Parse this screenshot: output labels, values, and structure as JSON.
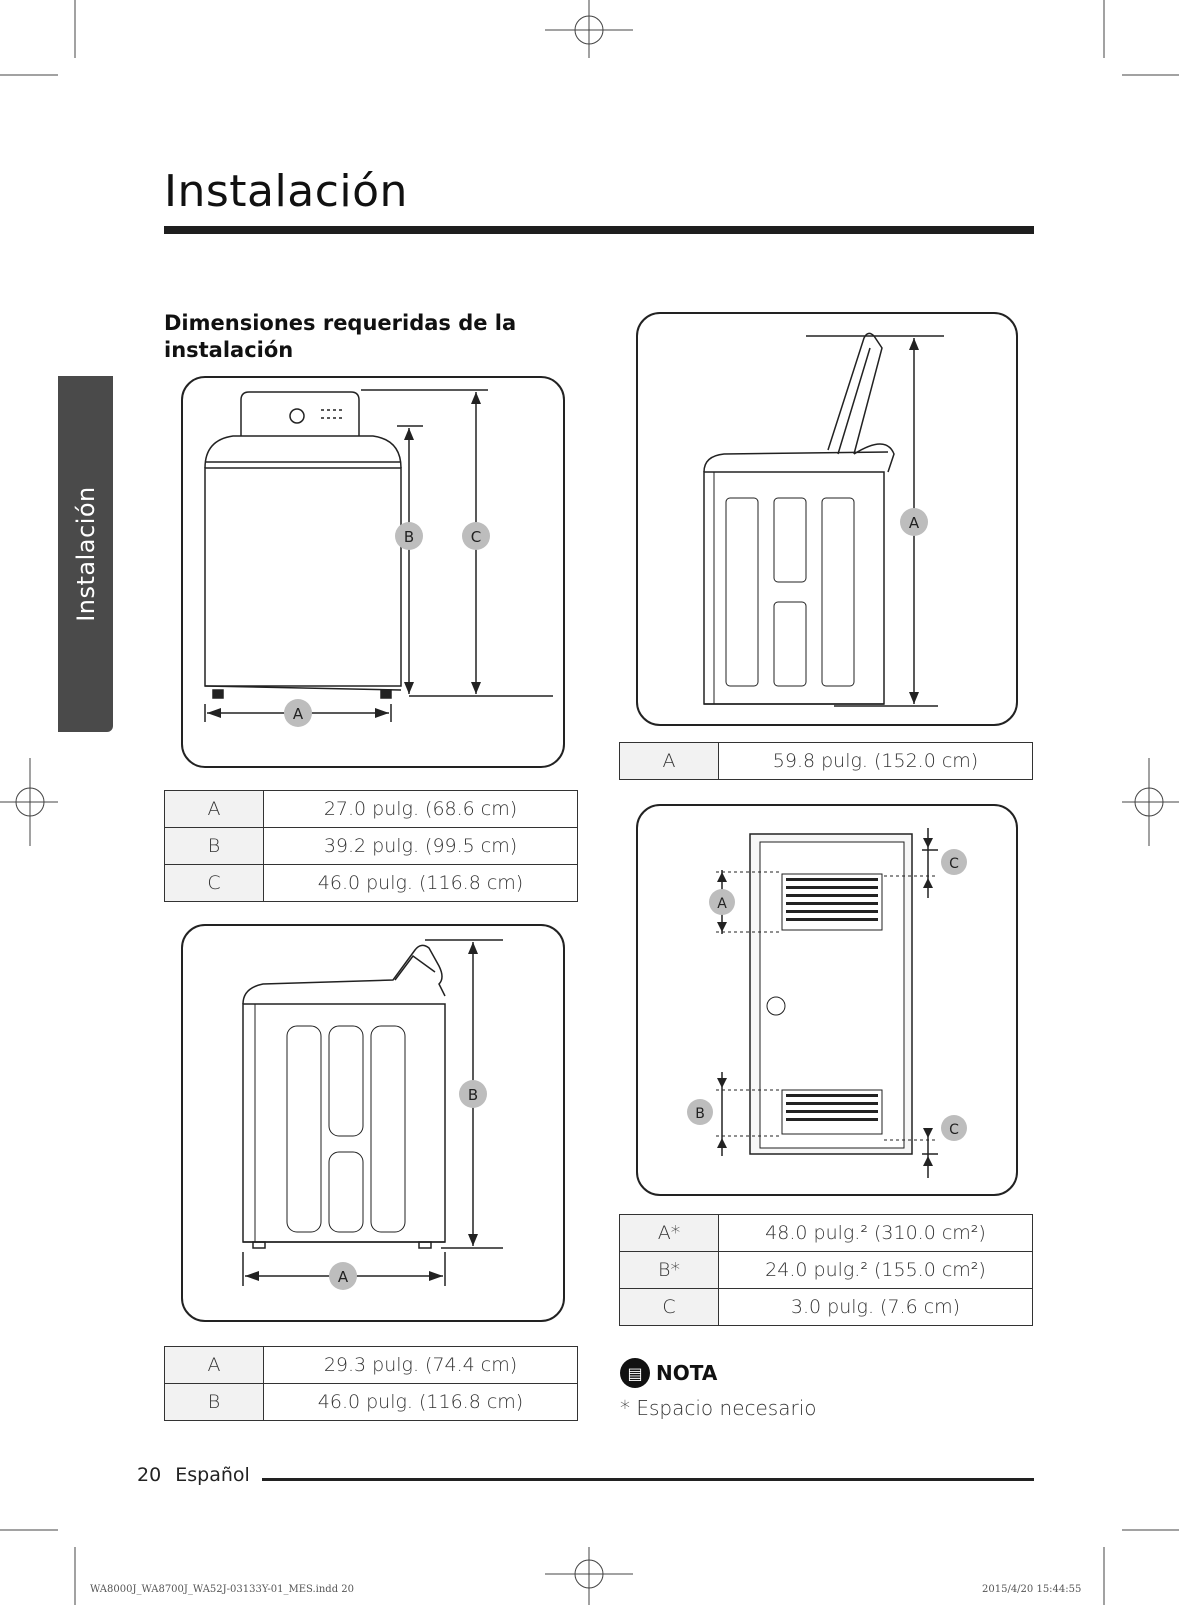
{
  "page": {
    "title": "Instalación",
    "side_tab": "Instalación",
    "section_heading": "Dimensiones requeridas de la instalación"
  },
  "labels": {
    "a": "A",
    "b": "B",
    "c": "C"
  },
  "front_table": [
    {
      "key": "A",
      "value": "27.0 pulg. (68.6 cm)"
    },
    {
      "key": "B",
      "value": "39.2 pulg. (99.5 cm)"
    },
    {
      "key": "C",
      "value": "46.0 pulg. (116.8 cm)"
    }
  ],
  "side_table": [
    {
      "key": "A",
      "value": "29.3 pulg. (74.4 cm)"
    },
    {
      "key": "B",
      "value": "46.0 pulg. (116.8 cm)"
    }
  ],
  "lid_open_table": [
    {
      "key": "A",
      "value": "59.8 pulg. (152.0 cm)"
    }
  ],
  "door_table": [
    {
      "key": "A*",
      "value": "48.0 pulg.² (310.0 cm²)"
    },
    {
      "key": "B*",
      "value": "24.0 pulg.² (155.0 cm²)"
    },
    {
      "key": "C",
      "value": "3.0 pulg. (7.6 cm)"
    }
  ],
  "note": {
    "label": "NOTA",
    "text": "* Espacio necesario"
  },
  "footer": {
    "page_number": "20",
    "language": "Español",
    "slug_left": "WA8000J_WA8700J_WA52J-03133Y-01_MES.indd 20",
    "slug_right": "2015/4/20 15:44:55"
  },
  "colors": {
    "text": "#1a1a1a",
    "rule": "#1e1e1e",
    "side_tab": "#4a4a4a",
    "label_circle": "#bdbdbd"
  }
}
